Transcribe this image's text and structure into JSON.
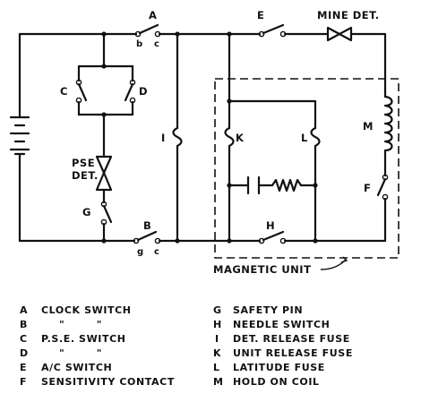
{
  "labels": {
    "A": "A",
    "b_sub": "b",
    "c_sub_top": "c",
    "E": "E",
    "mine_det": "MINE DET.",
    "C": "C",
    "D": "D",
    "I": "I",
    "K": "K",
    "L": "L",
    "M": "M",
    "F": "F",
    "pse_det_line1": "PSE",
    "pse_det_line2": "DET.",
    "G": "G",
    "B": "B",
    "g_sub": "g",
    "c_sub_bottom": "c",
    "H": "H",
    "magnetic_unit": "MAGNETIC UNIT"
  },
  "legend_left": [
    {
      "key": "A",
      "desc": "CLOCK SWITCH"
    },
    {
      "key": "B",
      "desc": "\"        \""
    },
    {
      "key": "C",
      "desc": "P.S.E. SWITCH"
    },
    {
      "key": "D",
      "desc": "\"        \""
    },
    {
      "key": "E",
      "desc": "A/C SWITCH"
    },
    {
      "key": "F",
      "desc": "SENSITIVITY CONTACT"
    }
  ],
  "legend_right": [
    {
      "key": "G",
      "desc": "SAFETY PIN"
    },
    {
      "key": "H",
      "desc": "NEEDLE SWITCH"
    },
    {
      "key": "I",
      "desc": "DET. RELEASE FUSE"
    },
    {
      "key": "K",
      "desc": "UNIT RELEASE FUSE"
    },
    {
      "key": "L",
      "desc": "LATITUDE FUSE"
    },
    {
      "key": "M",
      "desc": "HOLD ON COIL"
    }
  ]
}
